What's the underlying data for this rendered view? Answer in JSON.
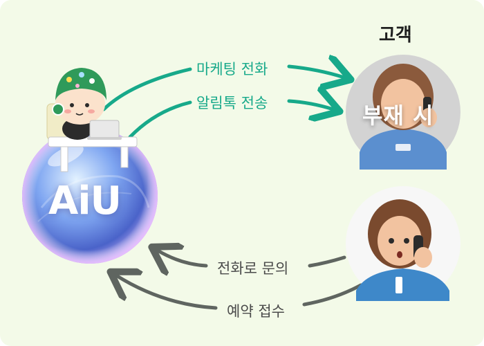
{
  "customer_label": "고객",
  "ai_brand": "AiU",
  "outgoing_arrows": [
    {
      "label": "마케팅 전화"
    },
    {
      "label": "알림톡 전송"
    }
  ],
  "customer_status": "부재 시",
  "incoming_arrows": [
    {
      "label": "전화로 문의"
    },
    {
      "label": "예약 접수"
    }
  ],
  "colors": {
    "background": "#f3fae8",
    "outgoing_arrow": "#17a98a",
    "incoming_arrow": "#5f6560",
    "bubble": "#6b8ee8"
  },
  "icons": {
    "ai_agent": "headset-mascot-icon",
    "customer_absent": "customer-on-phone-icon",
    "customer_call": "customer-calling-icon"
  }
}
